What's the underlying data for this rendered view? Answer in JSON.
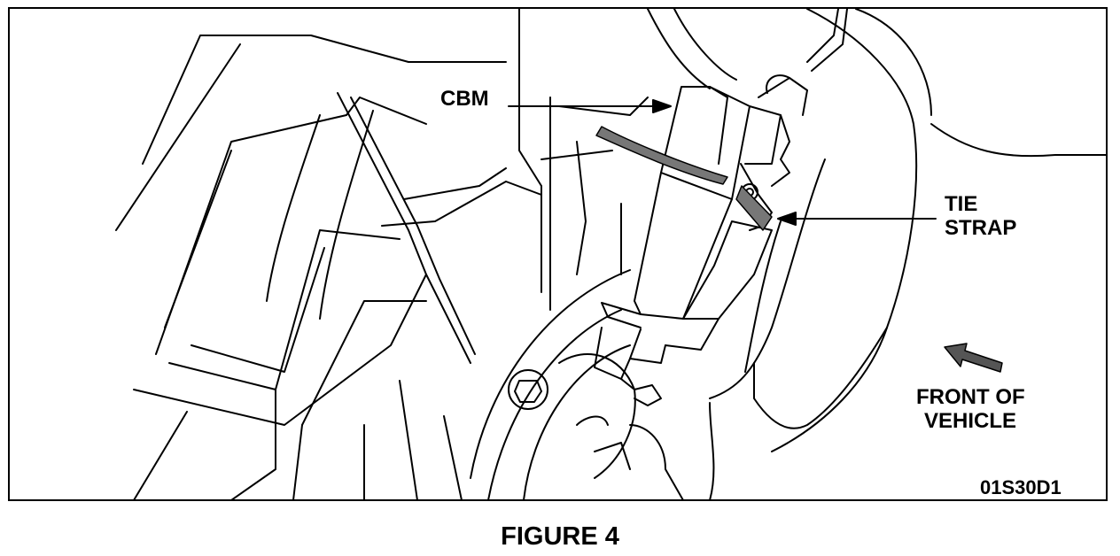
{
  "labels": {
    "cbm": "CBM",
    "tie_strap_line1": "TIE",
    "tie_strap_line2": "STRAP",
    "front_line1": "FRONT OF",
    "front_line2": "VEHICLE",
    "code": "01S30D1"
  },
  "caption": "FIGURE 4",
  "icons": [
    "front-direction-arrow-icon"
  ]
}
